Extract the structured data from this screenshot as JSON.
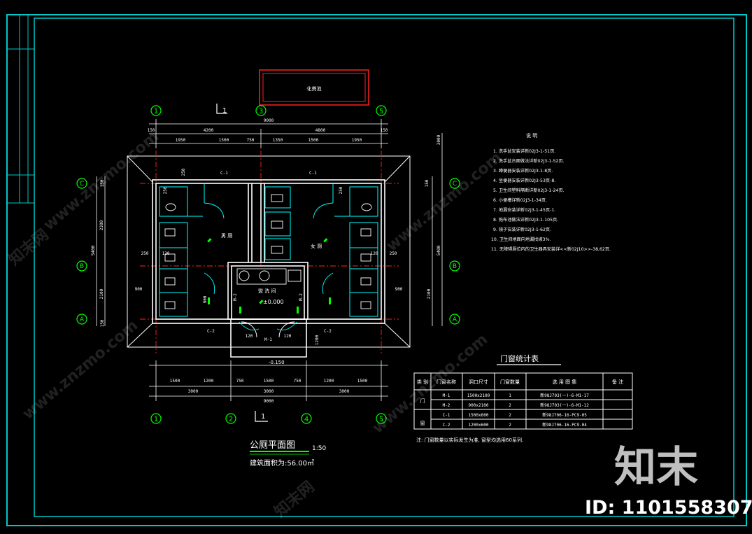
{
  "drawing": {
    "title": "公厕平面图",
    "scale": "1:50",
    "area_note": "建筑面积为:56.00㎡",
    "septic_label": "化粪池",
    "section_mark": "1",
    "room_labels": {
      "men": "男 厕",
      "women": "女 厕",
      "washroom": "盥 洗 间"
    },
    "elevations": {
      "floor": "±0.000",
      "outside": "-0.150"
    },
    "door_labels": [
      "C-1",
      "C-1",
      "C-2",
      "C-2",
      "M-1",
      "M-2",
      "M-2"
    ],
    "axis_top": [
      "1",
      "3",
      "5"
    ],
    "axis_bottom": [
      "1",
      "2",
      "4",
      "5"
    ],
    "axis_side": [
      "C",
      "B",
      "A"
    ],
    "dims_top_row1": [
      "150",
      "4200",
      "4800",
      "150"
    ],
    "dims_top_row2": [
      "1950",
      "1500",
      "750",
      "1350",
      "1500",
      "1950"
    ],
    "dims_top_total": "9000",
    "dims_bottom_row1": [
      "1500",
      "1200",
      "750",
      "1500",
      "750",
      "1200",
      "1500"
    ],
    "dims_bottom_row2": [
      "3000",
      "3000",
      "3000"
    ],
    "dims_bottom_total": "9000",
    "dims_left": [
      "2300",
      "2100",
      "5400"
    ],
    "dims_right": [
      "5400",
      "2100",
      "3000"
    ],
    "misc_dims": [
      "250",
      "120",
      "900",
      "250",
      "900",
      "1200",
      "120",
      "120",
      "150",
      "150",
      "150",
      "250",
      "250",
      "250",
      "120",
      "900"
    ]
  },
  "notes": {
    "heading": "说 明",
    "items": [
      "1. 洗手盆安装详新02J3-1-51页.",
      "2. 洗手盆台面做法详新02J3-1-52页.",
      "3. 蹲便器安装详新02J3-1-8页.",
      "4. 坐便器安装详新02J3-53页-8.",
      "5. 卫生间塑料隔断详新02J3-1-24页.",
      "6. 小便槽详新02J3-1-34页.",
      "7. 地漏安装详新02J3-1-45页-1.",
      "8. 拖布池做法详新02J3-1-105页.",
      "9. 镜子安装详新02J3-1-62页.",
      "10. 卫生间地面向地漏找坡3%.",
      "11. 无障碍厕位内的卫生器具安装详<<新02J10>>-38,62页."
    ]
  },
  "schedule": {
    "title": "门窗统计表",
    "headers": [
      "类 别",
      "门窗名称",
      "洞口尺寸",
      "门窗数量",
      "选 用 图 集",
      "备 注"
    ],
    "group_door": "门",
    "group_window": "窗",
    "rows": [
      [
        "M-1",
        "1500x2100",
        "1",
        "新98J703(一)-6-M1-17",
        ""
      ],
      [
        "M-2",
        "900x2100",
        "2",
        "新98J703(一)-6-M1-12",
        ""
      ],
      [
        "C-1",
        "1500x600",
        "2",
        "新98J706-16-PC9-05",
        ""
      ],
      [
        "C-2",
        "1200x600",
        "2",
        "新98J706-16-PC9-04",
        ""
      ]
    ],
    "footnote": "注: 门窗数量以实际发生为准, 窗型均选用60系列."
  },
  "watermark": {
    "logo": "知末",
    "id_text": "ID: 1101558307",
    "tiles": [
      "www.znzmo.com",
      "知末网"
    ]
  },
  "colors": {
    "frame": "#00c8c8",
    "axis": "#00ff00",
    "wall": "#ffffff",
    "dim": "#ffffff",
    "partition": "#00ffff",
    "red_line": "#ff2020",
    "septic": "#ff2020"
  }
}
